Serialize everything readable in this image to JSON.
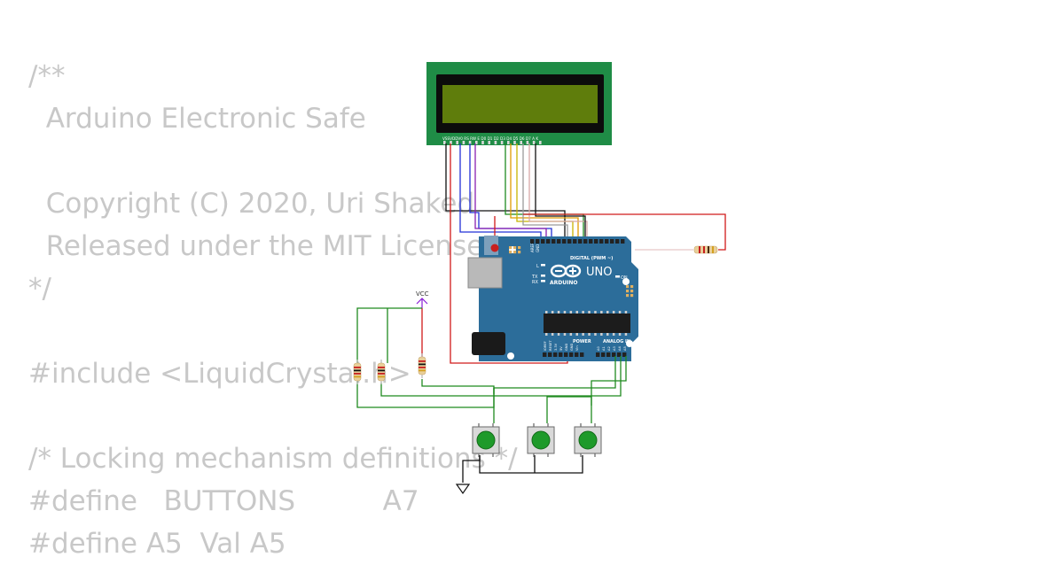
{
  "code_lines": [
    "/**",
    "  Arduino Electronic Safe",
    "",
    "  Copyright (C) 2020, Uri Shaked",
    "  Released under the MIT License.",
    "*/",
    "",
    "#include <LiquidCrystal.h>",
    "",
    "/* Locking mechanism definitions */",
    "#define   BUTTONS          A7",
    "#define A5  Val A5"
  ],
  "arduino": {
    "model": "UNO",
    "brand": "ARDUINO",
    "digital_header": "DIGITAL (PWM ~)",
    "power_header": "POWER",
    "analog_header": "ANALOG IN",
    "on_label": "ON",
    "tx_label": "TX",
    "rx_label": "RX",
    "l_label": "L",
    "aref_label": "AREF",
    "gnd_label": "GND",
    "power_pins": [
      "IOREF",
      "RESET",
      "3.3V",
      "5V",
      "GND",
      "GND",
      "Vin"
    ],
    "analog_pins": [
      "A0",
      "A1",
      "A2",
      "A3",
      "A4",
      "A5"
    ]
  },
  "lcd": {
    "pin_labels": "VSSVDDV0 RS RW E  D0 D1 D2 D3 D4 D5 D6 D7  A   K"
  },
  "vcc_label": "VCC",
  "colors": {
    "code_text": "#c8c8c8",
    "lcd_board": "#1f8c46",
    "lcd_bezel": "#0c0c0c",
    "lcd_screen": "#5f7d0c",
    "arduino_board": "#2c6d9a",
    "button_green": "#1e9a2a",
    "wire_green": "#1f8a1f",
    "wire_red": "#d11a1a",
    "wire_black": "#111111",
    "wire_blue": "#2230d6",
    "wire_purple": "#8a1fb0",
    "vcc_purple": "#8a1fd6"
  }
}
